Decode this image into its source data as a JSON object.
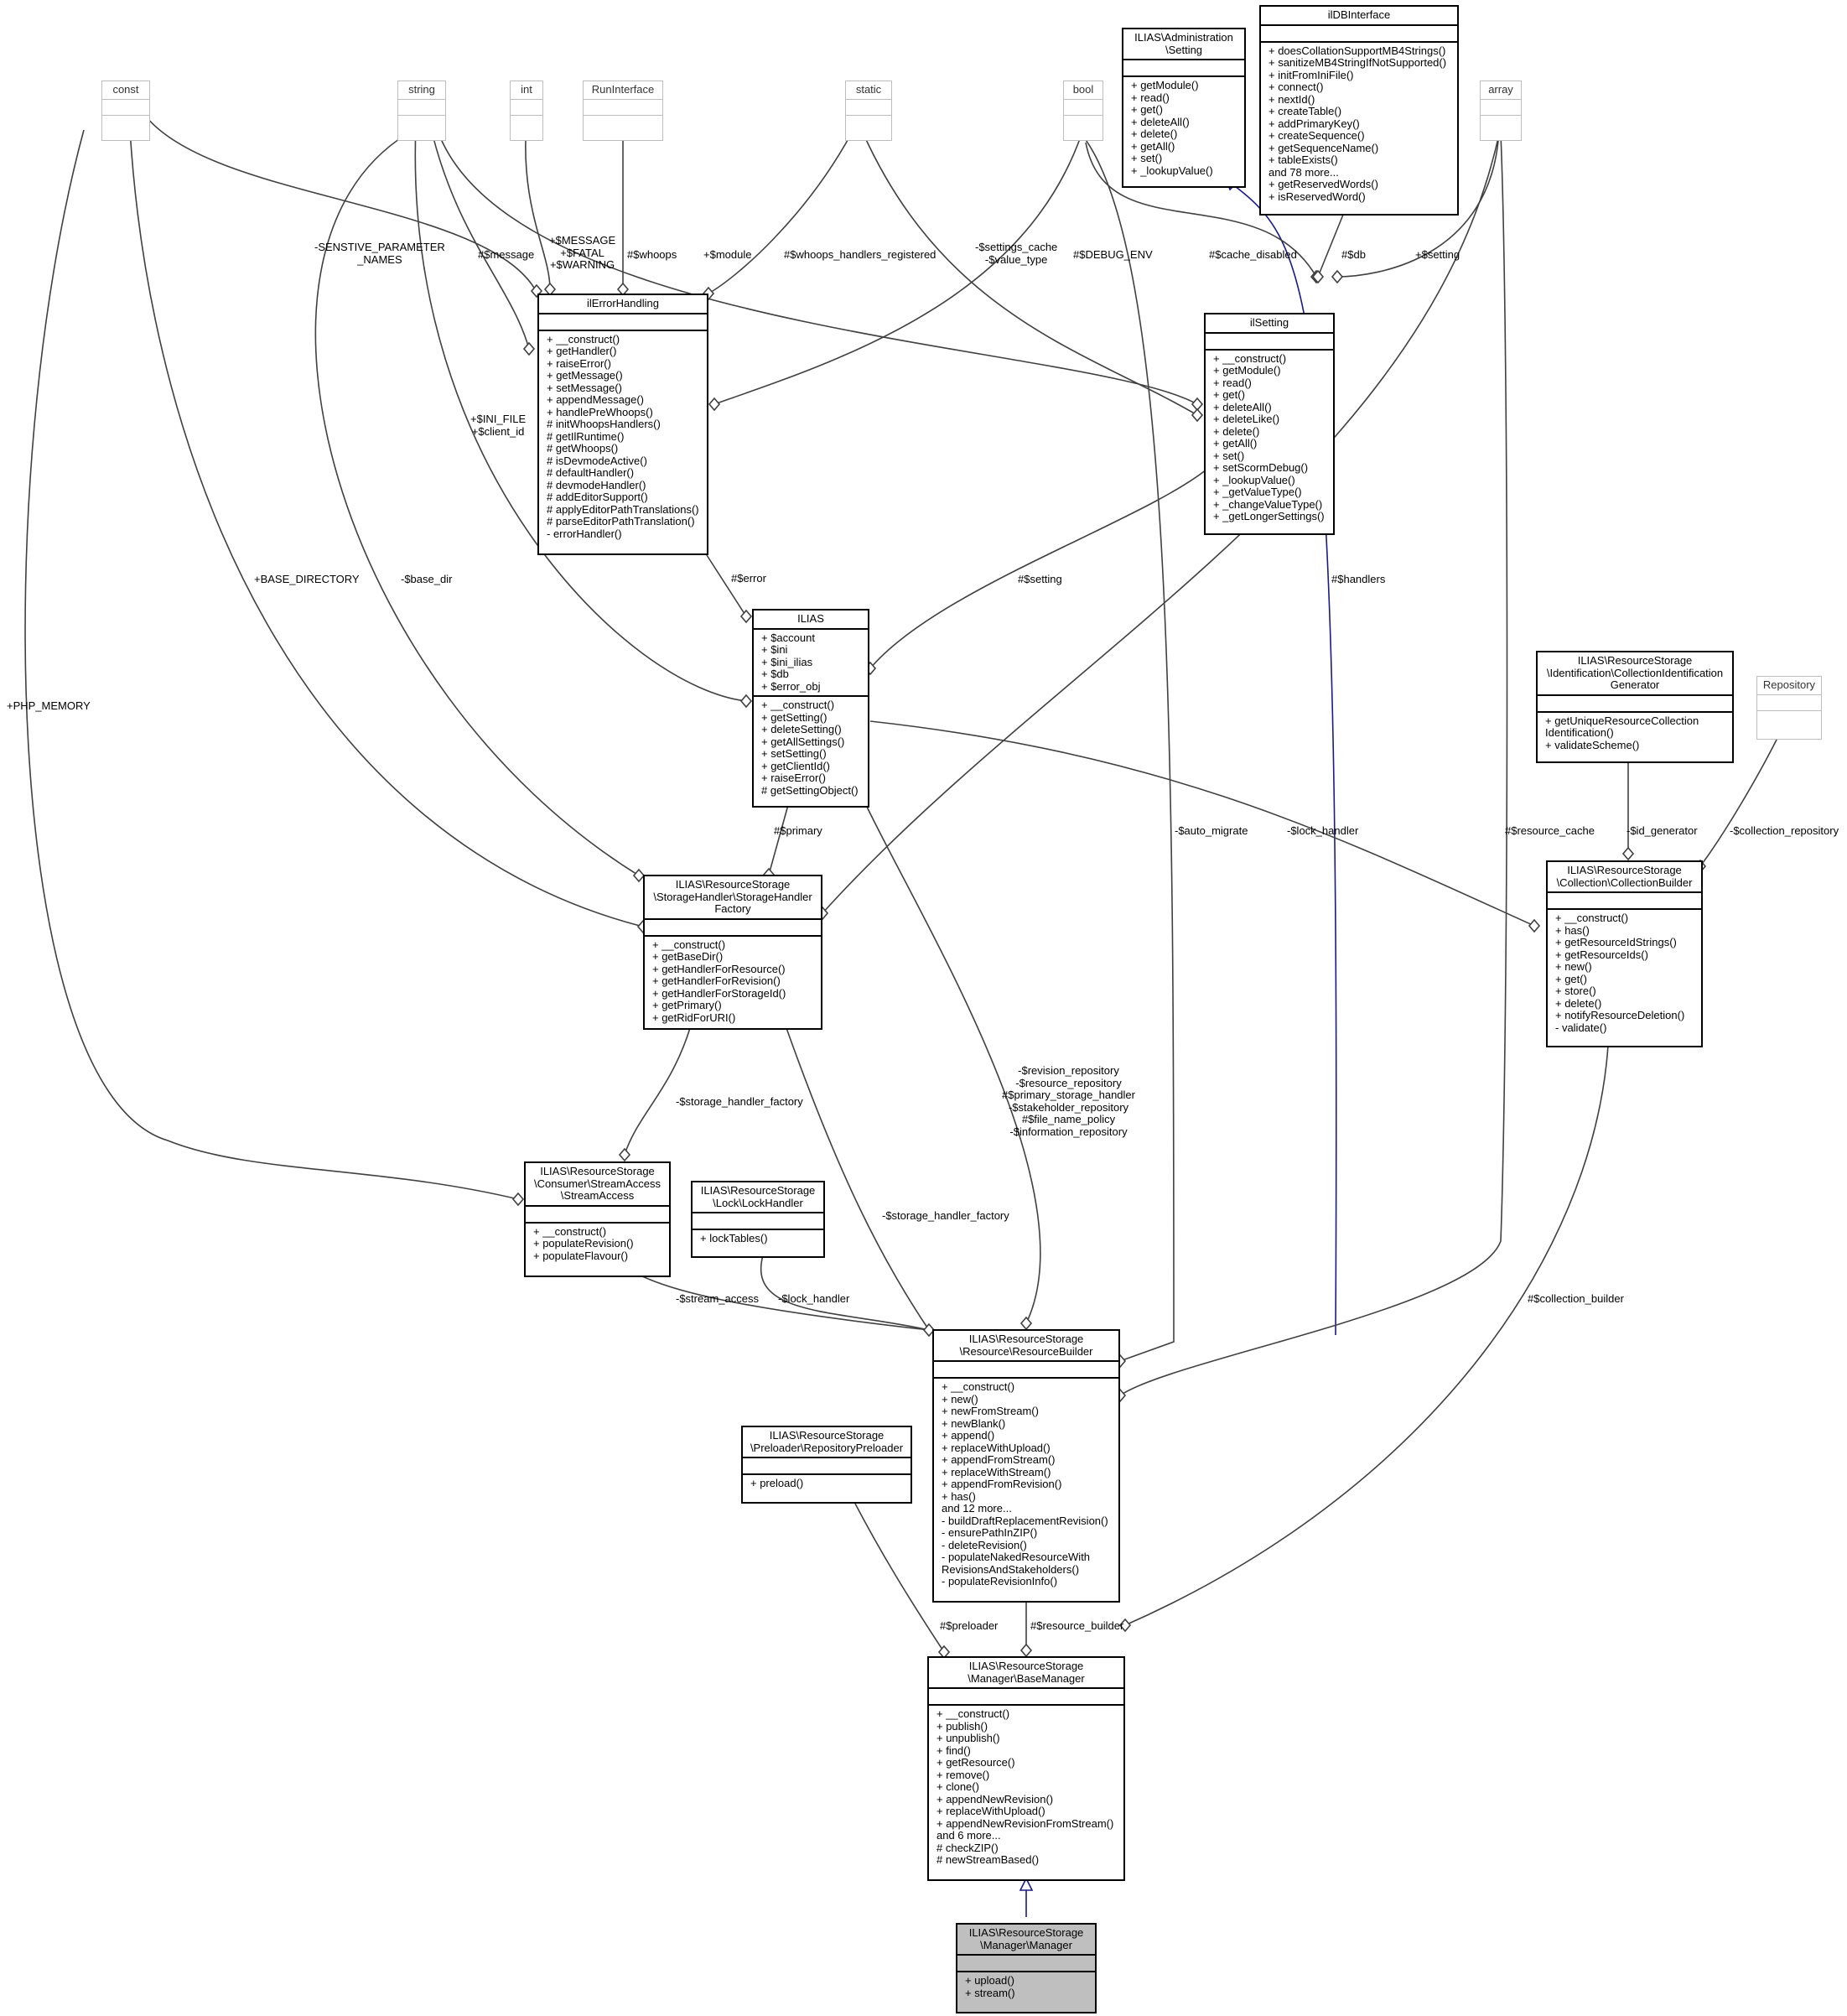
{
  "classes": {
    "const": {
      "title": "const",
      "attrs": [],
      "methods": []
    },
    "string": {
      "title": "string",
      "attrs": [],
      "methods": []
    },
    "int": {
      "title": "int",
      "attrs": [],
      "methods": []
    },
    "run_interface": {
      "title": "RunInterface",
      "attrs": [],
      "methods": []
    },
    "static": {
      "title": "static",
      "attrs": [],
      "methods": []
    },
    "bool": {
      "title": "bool",
      "attrs": [],
      "methods": []
    },
    "admin_setting": {
      "title": "ILIAS\\Administration\n\\Setting",
      "attrs": [],
      "methods": [
        "+ getModule()",
        "+ read()",
        "+ get()",
        "+ deleteAll()",
        "+ delete()",
        "+ getAll()",
        "+ set()",
        "+ _lookupValue()"
      ]
    },
    "ildbinterface": {
      "title": "ilDBInterface",
      "attrs": [],
      "methods": [
        "+ doesCollationSupportMB4Strings()",
        "+ sanitizeMB4StringIfNotSupported()",
        "+ initFromIniFile()",
        "+ connect()",
        "+ nextId()",
        "+ createTable()",
        "+ addPrimaryKey()",
        "+ createSequence()",
        "+ getSequenceName()",
        "+ tableExists()",
        "and 78 more...",
        "+ getReservedWords()",
        "+ isReservedWord()"
      ]
    },
    "array": {
      "title": "array",
      "attrs": [],
      "methods": []
    },
    "ilerrorhandling": {
      "title": "ilErrorHandling",
      "attrs": [],
      "methods": [
        "+ __construct()",
        "+ getHandler()",
        "+ raiseError()",
        "+ getMessage()",
        "+ setMessage()",
        "+ appendMessage()",
        "+ handlePreWhoops()",
        "# initWhoopsHandlers()",
        "# getIlRuntime()",
        "# getWhoops()",
        "# isDevmodeActive()",
        "# defaultHandler()",
        "# devmodeHandler()",
        "# addEditorSupport()",
        "# applyEditorPathTranslations()",
        "# parseEditorPathTranslation()",
        "- errorHandler()"
      ]
    },
    "ilsetting": {
      "title": "ilSetting",
      "attrs": [],
      "methods": [
        "+ __construct()",
        "+ getModule()",
        "+ read()",
        "+ get()",
        "+ deleteAll()",
        "+ deleteLike()",
        "+ delete()",
        "+ getAll()",
        "+ set()",
        "+ setScormDebug()",
        "+ _lookupValue()",
        "+ _getValueType()",
        "+ _changeValueType()",
        "+ _getLongerSettings()"
      ]
    },
    "ilias": {
      "title": "ILIAS",
      "attrs": [
        "+ $account",
        "+ $ini",
        "+ $ini_ilias",
        "+ $db",
        "+ $error_obj"
      ],
      "methods": [
        "+ __construct()",
        "+ getSetting()",
        "+ deleteSetting()",
        "+ getAllSettings()",
        "+ setSetting()",
        "+ getClientId()",
        "+ raiseError()",
        "# getSettingObject()"
      ]
    },
    "collection_id_gen": {
      "title": "ILIAS\\ResourceStorage\n\\Identification\\CollectionIdentification\nGenerator",
      "attrs": [],
      "methods": [
        "+ getUniqueResourceCollection",
        "Identification()",
        "+ validateScheme()"
      ]
    },
    "repository": {
      "title": "Repository",
      "attrs": [],
      "methods": []
    },
    "storage_handler_factory": {
      "title": "ILIAS\\ResourceStorage\n\\StorageHandler\\StorageHandler\nFactory",
      "attrs": [],
      "methods": [
        "+ __construct()",
        "+ getBaseDir()",
        "+ getHandlerForResource()",
        "+ getHandlerForRevision()",
        "+ getHandlerForStorageId()",
        "+ getPrimary()",
        "+ getRidForURI()"
      ]
    },
    "collection_builder": {
      "title": "ILIAS\\ResourceStorage\n\\Collection\\CollectionBuilder",
      "attrs": [],
      "methods": [
        "+ __construct()",
        "+ has()",
        "+ getResourceIdStrings()",
        "+ getResourceIds()",
        "+ new()",
        "+ get()",
        "+ store()",
        "+ delete()",
        "+ notifyResourceDeletion()",
        "- validate()"
      ]
    },
    "stream_access": {
      "title": "ILIAS\\ResourceStorage\n\\Consumer\\StreamAccess\n\\StreamAccess",
      "attrs": [],
      "methods": [
        "+ __construct()",
        "+ populateRevision()",
        "+ populateFlavour()"
      ]
    },
    "lock_handler": {
      "title": "ILIAS\\ResourceStorage\n\\Lock\\LockHandler",
      "attrs": [],
      "methods": [
        "+ lockTables()"
      ]
    },
    "resource_builder": {
      "title": "ILIAS\\ResourceStorage\n\\Resource\\ResourceBuilder",
      "attrs": [],
      "methods": [
        "+ __construct()",
        "+ new()",
        "+ newFromStream()",
        "+ newBlank()",
        "+ append()",
        "+ replaceWithUpload()",
        "+ appendFromStream()",
        "+ replaceWithStream()",
        "+ appendFromRevision()",
        "+ has()",
        "and 12 more...",
        "- buildDraftReplacementRevision()",
        "- ensurePathInZIP()",
        "- deleteRevision()",
        "- populateNakedResourceWith",
        "RevisionsAndStakeholders()",
        "- populateRevisionInfo()"
      ]
    },
    "repository_preloader": {
      "title": "ILIAS\\ResourceStorage\n\\Preloader\\RepositoryPreloader",
      "attrs": [],
      "methods": [
        "+ preload()"
      ]
    },
    "base_manager": {
      "title": "ILIAS\\ResourceStorage\n\\Manager\\BaseManager",
      "attrs": [],
      "methods": [
        "+ __construct()",
        "+ publish()",
        "+ unpublish()",
        "+ find()",
        "+ getResource()",
        "+ remove()",
        "+ clone()",
        "+ appendNewRevision()",
        "+ replaceWithUpload()",
        "+ appendNewRevisionFromStream()",
        "and 6 more...",
        "# checkZIP()",
        "# newStreamBased()"
      ]
    },
    "manager": {
      "title": "ILIAS\\ResourceStorage\n\\Manager\\Manager",
      "attrs": [],
      "methods": [
        "+ upload()",
        "+ stream()"
      ]
    }
  },
  "edge_labels": {
    "sensitive": "-SENSTIVE_PARAMETER\n_NAMES",
    "message": "#$message",
    "message_fatal": "+$MESSAGE\n+$FATAL\n+$WARNING",
    "whoops": "#$whoops",
    "module": "+$module",
    "whoops_handlers": "#$whoops_handlers_registered",
    "settings_cache": "-$settings_cache\n-$value_type",
    "debug_env": "#$DEBUG_ENV",
    "cache_disabled": "#$cache_disabled",
    "db": "#$db",
    "setting_plus": "+$setting",
    "ini_file": "+$INI_FILE\n+$client_id",
    "error": "#$error",
    "setting_hash": "#$setting",
    "handlers": "#$handlers",
    "base_directory": "+BASE_DIRECTORY",
    "base_dir": "-$base_dir",
    "php_memory": "+PHP_MEMORY",
    "primary": "#$primary",
    "auto_migrate": "-$auto_migrate",
    "lock_handler_top": "-$lock_handler",
    "resource_cache": "#$resource_cache",
    "id_generator": "-$id_generator",
    "collection_repository": "-$collection_repository",
    "repositories": "-$revision_repository\n-$resource_repository\n#$primary_storage_handler\n-$stakeholder_repository\n#$file_name_policy\n-$information_repository",
    "storage_handler_factory_1": "-$storage_handler_factory",
    "storage_handler_factory_2": "-$storage_handler_factory",
    "stream_access": "-$stream_access",
    "lock_handler_bottom": "-$lock_handler",
    "collection_builder": "#$collection_builder",
    "preloader": "#$preloader",
    "resource_builder": "#$resource_builder"
  }
}
